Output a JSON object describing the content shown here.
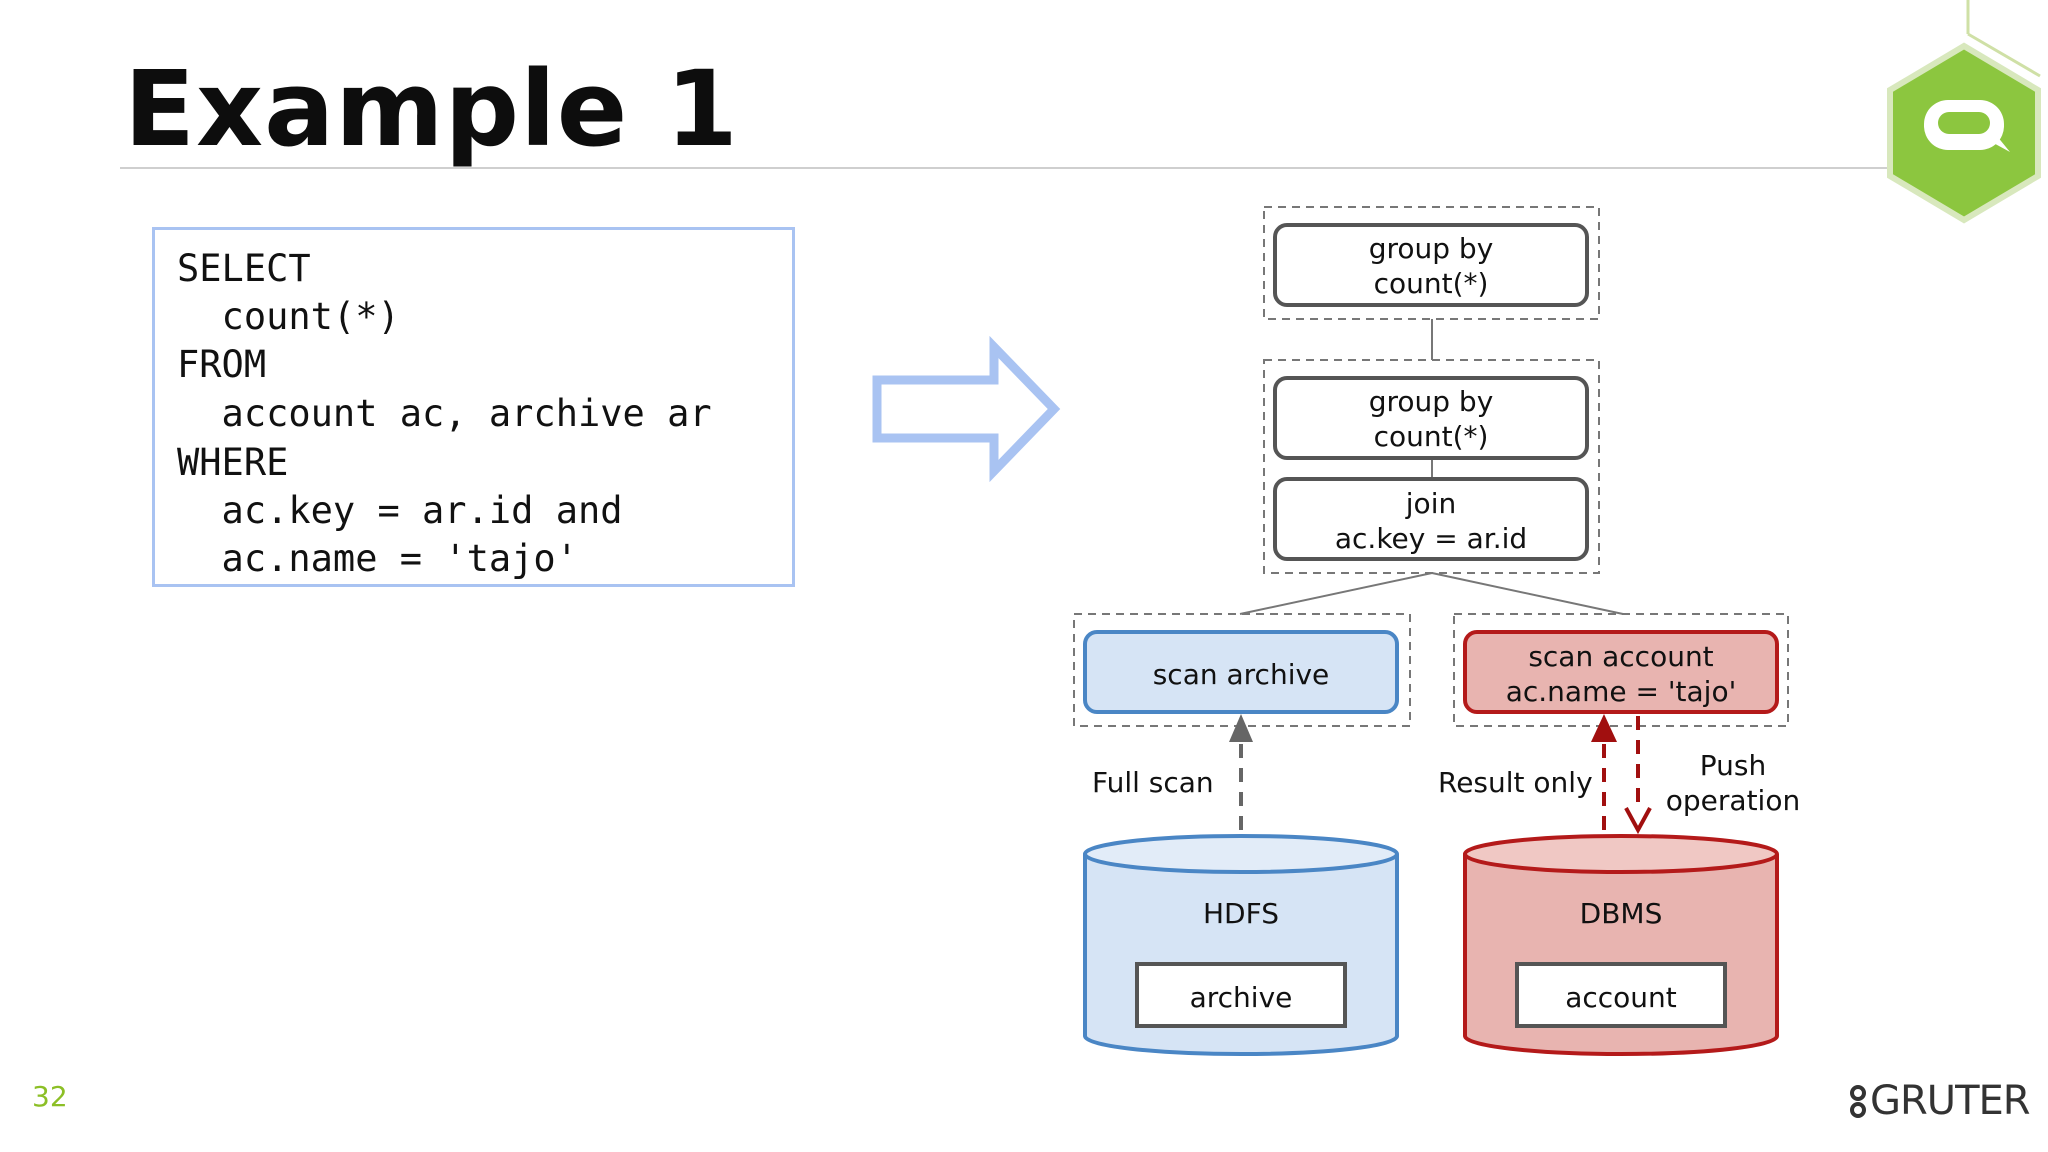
{
  "slide": {
    "title": "Example 1",
    "page_number": "32",
    "brand": "GRUTER"
  },
  "sql_lines": [
    "SELECT",
    "  count(*)",
    "FROM",
    "  account ac, archive ar",
    "WHERE",
    "  ac.key = ar.id and",
    "  ac.name = 'tajo'"
  ],
  "plan": {
    "top_group": {
      "line1": "group by",
      "line2": "count(*)"
    },
    "mid_group": {
      "line1": "group by",
      "line2": "count(*)"
    },
    "join": {
      "line1": "join",
      "line2": "ac.key = ar.id"
    },
    "scan_archive": {
      "label": "scan archive"
    },
    "scan_account": {
      "line1": "scan account",
      "line2": "ac.name = 'tajo'"
    }
  },
  "storage": {
    "hdfs": {
      "label": "HDFS",
      "table": "archive"
    },
    "dbms": {
      "label": "DBMS",
      "table": "account"
    }
  },
  "edges": {
    "full_scan": "Full scan",
    "result_only": "Result only",
    "push_line1": "Push",
    "push_line2": "operation"
  },
  "colors": {
    "accent_green": "#8cbf26",
    "code_border": "#a9c3f2",
    "blue_fill": "#d6e4f5",
    "blue_stroke": "#4a86c5",
    "red_fill": "#e8b4b0",
    "red_stroke": "#b41a1a",
    "red_arrow": "#a10f0f"
  },
  "icons": [
    "right-arrow-icon",
    "speech-bubble-hexagon-logo"
  ]
}
